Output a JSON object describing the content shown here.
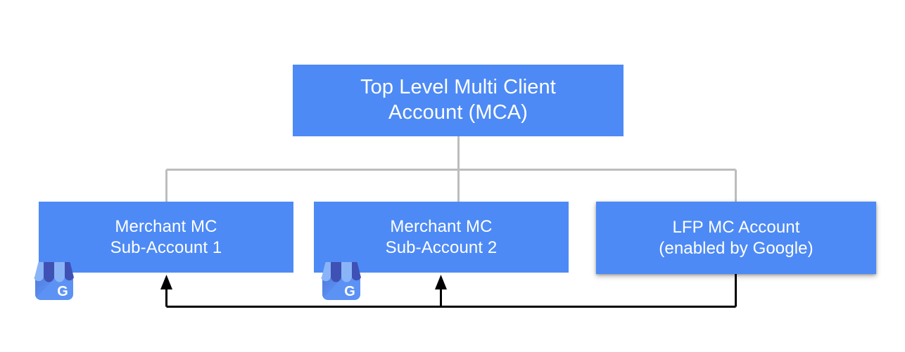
{
  "diagram": {
    "title_hidden": "",
    "colors": {
      "node_fill": "#4d8af5",
      "node_text": "#ffffff",
      "hierarchy_connector": "#bdbdbd",
      "data_flow_connector": "#000000",
      "background": "#ffffff",
      "gmb_awning_light": "#8ab4f8",
      "gmb_awning_dark": "#3f51b5",
      "gmb_body": "#5c92f4"
    },
    "nodes": [
      {
        "id": "mca",
        "label": "Top Level Multi Client\nAccount (MCA)",
        "line1": "Top Level Multi Client",
        "line2": "Account (MCA)",
        "level": "top"
      },
      {
        "id": "sub1",
        "label": "Merchant MC\nSub-Account 1",
        "line1": "Merchant MC",
        "line2": "Sub-Account 1",
        "level": "child",
        "icon": "google-my-business-icon"
      },
      {
        "id": "sub2",
        "label": "Merchant MC\nSub-Account 2",
        "line1": "Merchant MC",
        "line2": "Sub-Account 2",
        "level": "child",
        "icon": "google-my-business-icon"
      },
      {
        "id": "lfp",
        "label": "LFP MC Account\n(enabled by Google)",
        "line1": "LFP MC Account",
        "line2": "(enabled by Google)",
        "level": "child",
        "shadow": true
      }
    ],
    "edges": [
      {
        "id": "mca-to-sub1",
        "from": "mca",
        "to": "sub1",
        "style": "gray-elbow",
        "arrow": false
      },
      {
        "id": "mca-to-sub2",
        "from": "mca",
        "to": "sub2",
        "style": "gray-elbow",
        "arrow": false
      },
      {
        "id": "mca-to-lfp",
        "from": "mca",
        "to": "lfp",
        "style": "gray-elbow",
        "arrow": false
      },
      {
        "id": "lfp-to-sub1",
        "from": "lfp",
        "to": "sub1",
        "style": "black-elbow",
        "arrow": true
      },
      {
        "id": "lfp-to-sub2",
        "from": "lfp",
        "to": "sub2",
        "style": "black-elbow",
        "arrow": true
      }
    ],
    "icons": {
      "gmb_glyph": "G",
      "gmb_name": "google-my-business-icon"
    }
  }
}
